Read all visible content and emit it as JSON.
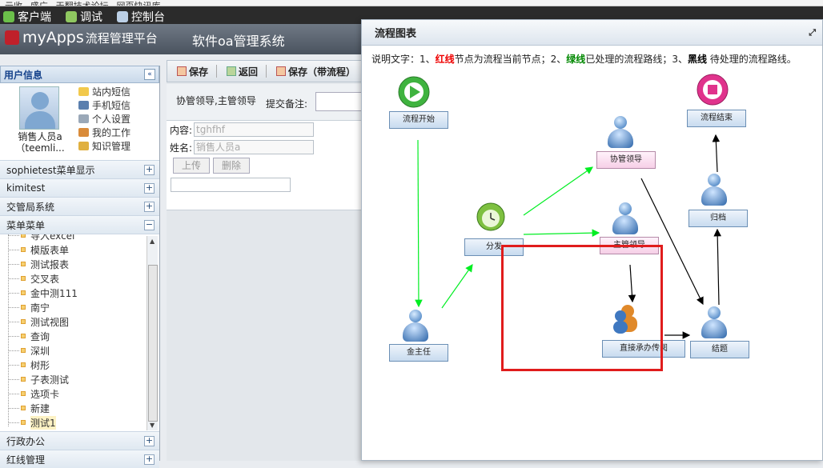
{
  "browser": {
    "items": [
      "云收",
      "盛广",
      "天翻技术论坛",
      "网页快讯库"
    ]
  },
  "topmenu": {
    "items": [
      "客户端",
      "调试",
      "控制台"
    ]
  },
  "app": {
    "logo": "myApps",
    "platform": "流程管理平台",
    "system": "软件oa管理系统"
  },
  "sidebar": {
    "title": "用户信息",
    "user": {
      "name_line1": "销售人员a",
      "name_line2": "（teemli..."
    },
    "links": [
      "站内短信",
      "手机短信",
      "个人设置",
      "我的工作",
      "知识管理"
    ],
    "sections_top": [
      {
        "label": "sophietest菜单显示",
        "toggle": "+"
      },
      {
        "label": "kimitest",
        "toggle": "+"
      },
      {
        "label": "交管局系统",
        "toggle": "+"
      },
      {
        "label": "菜单菜单",
        "toggle": "−"
      }
    ],
    "tree_items": [
      "导入excel",
      "模版表单",
      "测试报表",
      "交叉表",
      "金中测111",
      "南宁",
      "测试视图",
      "查询",
      "深圳",
      "树形",
      "子表测试",
      "选项卡",
      "新建",
      "测试1"
    ],
    "sections_bottom": [
      {
        "label": "行政办公",
        "toggle": "+"
      },
      {
        "label": "红线管理",
        "toggle": "+"
      }
    ]
  },
  "toolbar": {
    "save": "保存",
    "back": "返回",
    "save_flow": "保存（带流程）"
  },
  "form": {
    "handler": "协管领导,主管领导",
    "remark_label": "提交备注:",
    "content_label": "内容:",
    "content_value": "tghfhf",
    "name_label": "姓名:",
    "name_value": "销售人员a",
    "upload_btn": "上传",
    "delete_btn": "删除"
  },
  "flowchart": {
    "title": "流程图表",
    "legend": {
      "prefix": "说明文字：1、",
      "red": "红线",
      "mid1": "节点为流程当前节点；2、",
      "green": "绿线",
      "mid2": "已处理的流程路线；3、",
      "black": "黑线",
      "suffix": " 待处理的流程路线。"
    },
    "nodes": {
      "start": "流程开始",
      "end": "流程结束",
      "xieguan": "协管领导",
      "zhuguan": "主管领导",
      "guidang": "归档",
      "fenfa": "分发",
      "jinzhuren": "金主任",
      "zhijie": "直接承办传阅",
      "jieti": "结题"
    },
    "colors": {
      "done": "#00ee22",
      "pending": "#000000",
      "current": "#e01c1c"
    }
  }
}
